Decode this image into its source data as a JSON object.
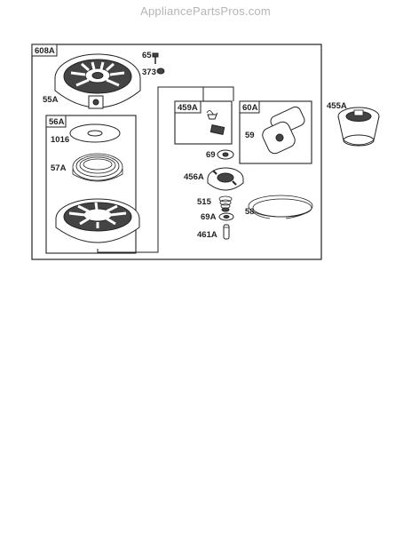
{
  "watermark": "AppliancePartsPros.com",
  "groups": {
    "main": "608A",
    "sub_56": "56A",
    "sub_459": "459A",
    "sub_60": "60A"
  },
  "parts": {
    "p65": "65",
    "p373": "373",
    "p55A": "55A",
    "p1016": "1016",
    "p57A": "57A",
    "p69": "69",
    "p456A": "456A",
    "p515": "515",
    "p69A": "69A",
    "p461A": "461A",
    "p59": "59",
    "p58": "58",
    "p455A": "455A"
  }
}
